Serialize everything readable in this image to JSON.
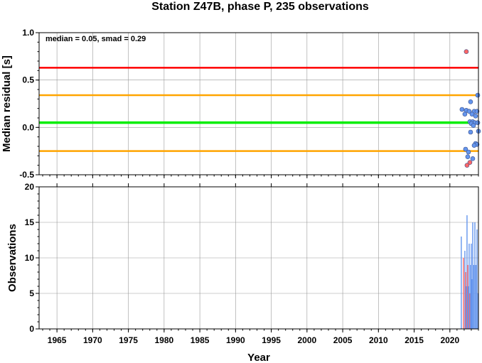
{
  "chart_data": [
    {
      "type": "scatter",
      "title": "Station Z47B, phase P, 235 observations",
      "ylabel": "Median residual [s]",
      "xlim": [
        1962.5,
        2024
      ],
      "ylim": [
        -0.5,
        1.0
      ],
      "yticks": [
        "-0.5",
        "0.0",
        "0.5",
        "1.0"
      ],
      "grid": true,
      "annotation": "median = 0.05, smad = 0.29",
      "reference_lines": [
        {
          "value": 0.63,
          "color": "#ff0000"
        },
        {
          "value": 0.34,
          "color": "#ffa500"
        },
        {
          "value": 0.05,
          "color": "#00ee00"
        },
        {
          "value": -0.25,
          "color": "#ffa500"
        }
      ],
      "points": [
        {
          "x": 2022.3,
          "y": 0.8,
          "color": "#ff6666"
        },
        {
          "x": 2023.9,
          "y": 0.34,
          "color": "#6495ed"
        },
        {
          "x": 2022.9,
          "y": 0.27,
          "color": "#6495ed"
        },
        {
          "x": 2021.7,
          "y": 0.19,
          "color": "#6495ed"
        },
        {
          "x": 2022.3,
          "y": 0.18,
          "color": "#6495ed"
        },
        {
          "x": 2022.7,
          "y": 0.17,
          "color": "#6495ed"
        },
        {
          "x": 2023.4,
          "y": 0.17,
          "color": "#6495ed"
        },
        {
          "x": 2023.8,
          "y": 0.17,
          "color": "#6495ed"
        },
        {
          "x": 2022.1,
          "y": 0.14,
          "color": "#6495ed"
        },
        {
          "x": 2023.1,
          "y": 0.14,
          "color": "#6495ed"
        },
        {
          "x": 2023.6,
          "y": 0.12,
          "color": "#6495ed"
        },
        {
          "x": 2022.8,
          "y": 0.06,
          "color": "#6495ed"
        },
        {
          "x": 2023.2,
          "y": 0.06,
          "color": "#6495ed"
        },
        {
          "x": 2023.5,
          "y": 0.05,
          "color": "#6495ed"
        },
        {
          "x": 2023.9,
          "y": 0.05,
          "color": "#6495ed"
        },
        {
          "x": 2023.0,
          "y": 0.04,
          "color": "#6495ed"
        },
        {
          "x": 2023.3,
          "y": 0.02,
          "color": "#6495ed"
        },
        {
          "x": 2024.0,
          "y": -0.04,
          "color": "#6495ed"
        },
        {
          "x": 2022.9,
          "y": -0.05,
          "color": "#6495ed"
        },
        {
          "x": 2023.6,
          "y": -0.17,
          "color": "#6495ed"
        },
        {
          "x": 2023.8,
          "y": -0.18,
          "color": "#6495ed"
        },
        {
          "x": 2023.4,
          "y": -0.19,
          "color": "#6495ed"
        },
        {
          "x": 2022.2,
          "y": -0.23,
          "color": "#6495ed"
        },
        {
          "x": 2022.6,
          "y": -0.26,
          "color": "#6495ed"
        },
        {
          "x": 2022.5,
          "y": -0.31,
          "color": "#6495ed"
        },
        {
          "x": 2023.2,
          "y": -0.33,
          "color": "#6495ed"
        },
        {
          "x": 2022.8,
          "y": -0.37,
          "color": "#ff6666"
        },
        {
          "x": 2022.4,
          "y": -0.4,
          "color": "#ff6666"
        }
      ]
    },
    {
      "type": "bar",
      "xlabel": "Year",
      "ylabel": "Observations",
      "xlim": [
        1962.5,
        2024
      ],
      "ylim": [
        0,
        20
      ],
      "yticks": [
        "0",
        "5",
        "10",
        "15",
        "20"
      ],
      "xticks": [
        "1965",
        "1970",
        "1975",
        "1980",
        "1985",
        "1990",
        "1995",
        "2000",
        "2005",
        "2010",
        "2015",
        "2020"
      ],
      "grid": true,
      "bars": [
        {
          "x": 2021.6,
          "value": 13,
          "color": "#6495ed"
        },
        {
          "x": 2021.9,
          "value": 10,
          "color": "#ff6666"
        },
        {
          "x": 2022.1,
          "value": 11,
          "color": "#6495ed"
        },
        {
          "x": 2022.2,
          "value": 8,
          "color": "#ff6666"
        },
        {
          "x": 2022.3,
          "value": 6,
          "color": "#6495ed"
        },
        {
          "x": 2022.4,
          "value": 16,
          "color": "#6495ed"
        },
        {
          "x": 2022.5,
          "value": 9,
          "color": "#ff6666"
        },
        {
          "x": 2022.6,
          "value": 6,
          "color": "#6495ed"
        },
        {
          "x": 2022.7,
          "value": 12,
          "color": "#6495ed"
        },
        {
          "x": 2022.8,
          "value": 5,
          "color": "#ff6666"
        },
        {
          "x": 2022.9,
          "value": 9,
          "color": "#6495ed"
        },
        {
          "x": 2023.0,
          "value": 12,
          "color": "#6495ed"
        },
        {
          "x": 2023.1,
          "value": 7,
          "color": "#6495ed"
        },
        {
          "x": 2023.2,
          "value": 15,
          "color": "#6495ed"
        },
        {
          "x": 2023.35,
          "value": 9,
          "color": "#6495ed"
        },
        {
          "x": 2023.5,
          "value": 15,
          "color": "#6495ed"
        },
        {
          "x": 2023.65,
          "value": 9,
          "color": "#6495ed"
        },
        {
          "x": 2023.8,
          "value": 14,
          "color": "#6495ed"
        },
        {
          "x": 2023.95,
          "value": 5,
          "color": "#6495ed"
        }
      ]
    }
  ]
}
